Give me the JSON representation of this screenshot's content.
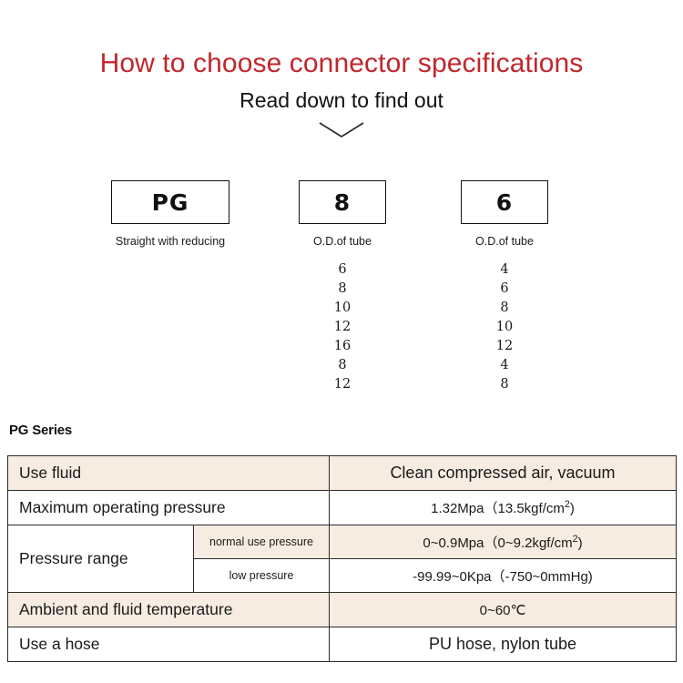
{
  "header": {
    "title": "How to choose connector specifications",
    "subtitle": "Read down to find out",
    "arrow_icon": "chevron-down-icon"
  },
  "selector": {
    "groups": [
      {
        "code": "PG",
        "caption": "Straight with reducing"
      },
      {
        "code": "8",
        "caption": "O.D.of tube"
      },
      {
        "code": "6",
        "caption": "O.D.of  tube"
      }
    ],
    "option_columns": [
      {
        "for": "8",
        "values": [
          "6",
          "8",
          "10",
          "12",
          "16",
          "8",
          "12"
        ]
      },
      {
        "for": "6",
        "values": [
          "4",
          "6",
          "8",
          "10",
          "12",
          "4",
          "8"
        ]
      }
    ]
  },
  "spec": {
    "series_label": "PG Series",
    "rows": [
      {
        "label": "Use fluid",
        "value": "Clean compressed air, vacuum"
      },
      {
        "label": "Maximum operating pressure",
        "value_main": "1.32Mpa（13.5kgf/cm",
        "value_sup": "2",
        "value_tail": ")"
      },
      {
        "label": "Pressure range",
        "sub": [
          {
            "sublabel": "normal use pressure",
            "value_main": "0~0.9Mpa（0~9.2kgf/cm",
            "value_sup": "2",
            "value_tail": ")"
          },
          {
            "sublabel": "low pressure",
            "value_main": "-99.99~0Kpa（-750~0mmHg)",
            "value_sup": "",
            "value_tail": ""
          }
        ]
      },
      {
        "label": "Ambient and fluid temperature",
        "value": "0~60℃"
      },
      {
        "label": "Use a hose",
        "value": "PU hose, nylon tube"
      }
    ]
  },
  "colors": {
    "title_red": "#c1272d",
    "table_shade": "#f7ece1",
    "table_border": "#2b2b2b",
    "text": "#1a1a1a"
  }
}
